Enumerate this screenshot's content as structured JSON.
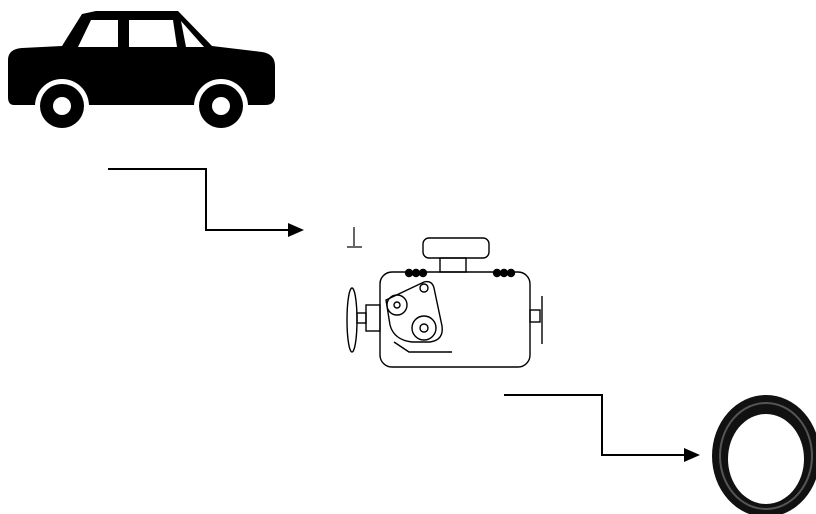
{
  "diagram": {
    "type": "flow",
    "nodes": [
      {
        "id": "car",
        "icon": "car-icon"
      },
      {
        "id": "engine",
        "icon": "engine-icon"
      },
      {
        "id": "seal",
        "icon": "o-ring-icon"
      }
    ],
    "edges": [
      {
        "from": "car",
        "to": "engine",
        "icon": "elbow-arrow-icon"
      },
      {
        "from": "engine",
        "to": "seal",
        "icon": "elbow-arrow-icon"
      }
    ],
    "colors": {
      "ink": "#000000",
      "background": "#ffffff"
    }
  }
}
